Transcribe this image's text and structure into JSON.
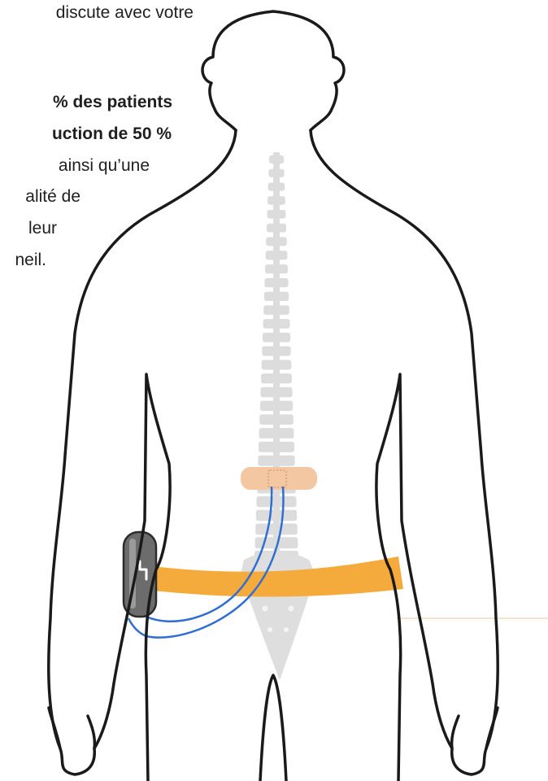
{
  "text": {
    "line_1": "discute avec votre",
    "highlight_line_1": "% des patients",
    "highlight_line_2": "uction de 50 %",
    "line_2": "ainsi qu’une",
    "line_3": "alité de",
    "line_4": "leur",
    "line_5": "neil."
  },
  "illustration": {
    "subject": "human back with spinal cord stimulator implant",
    "colors": {
      "body_outline": "#1a1a1a",
      "spine": "#dcdcdc",
      "pad": "#f2c7a2",
      "belt": "#f5ab3b",
      "leads": "#2f6fd2",
      "generator": "#6b6b6b"
    }
  }
}
